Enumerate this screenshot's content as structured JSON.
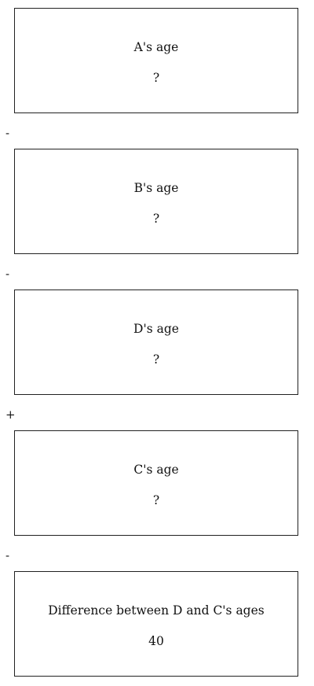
{
  "boxes": {
    "a": {
      "label": "A's age",
      "value": "?"
    },
    "b": {
      "label": "B's age",
      "value": "?"
    },
    "d": {
      "label": "D's age",
      "value": "?"
    },
    "c": {
      "label": "C's age",
      "value": "?"
    },
    "diff": {
      "label": "Difference between D and C's ages",
      "value": "40"
    }
  },
  "operators": [
    "-",
    "-",
    "+",
    "-"
  ]
}
